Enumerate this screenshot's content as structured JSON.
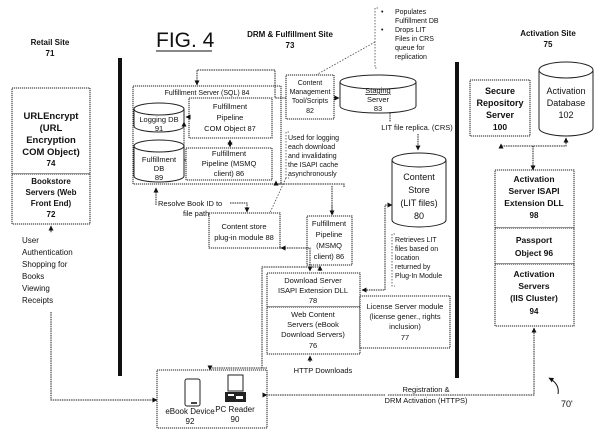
{
  "figure": {
    "title": "FIG. 4",
    "reference": "70'"
  },
  "sites": {
    "retail": {
      "name": "Retail Site",
      "num": "71"
    },
    "drm": {
      "name": "DRM & Fulfillment Site",
      "num": "73"
    },
    "activation": {
      "name": "Activation Site",
      "num": "75"
    }
  },
  "retail": {
    "urlencrypt": [
      "URLEncrypt",
      "(URL",
      "Encryption",
      "COM Object)",
      "74"
    ],
    "bookstore": [
      "Bookstore",
      "Servers (Web",
      "Front End)",
      "72"
    ],
    "user_note": [
      "User",
      "Authentication",
      "Shopping for",
      "Books",
      "Viewing",
      "Receipts"
    ]
  },
  "drm": {
    "fulfillment_server": "Fulfillment Server (SQL) 84",
    "logging_db": [
      "Logging DB",
      "91"
    ],
    "fulfillment_db": [
      "Fulfillment",
      "DB",
      "89"
    ],
    "pipeline_com": [
      "Fulfillment",
      "Pipeline",
      "COM Object   87"
    ],
    "pipeline_msmq_inner": [
      "Fulfillment",
      "Pipeline (MSMQ",
      "client)  86"
    ],
    "content_mgmt": [
      "Content",
      "Management",
      "Tool/Scripts",
      "82"
    ],
    "staging": [
      "Staging",
      "Server",
      "83"
    ],
    "populates_note": [
      "Populates",
      "Fulfillment DB",
      "Drops LIT",
      "Files in CRS",
      "queue for",
      "replication"
    ],
    "logging_note": [
      "Used for logging",
      "each download",
      "and invalidating",
      "the ISAPI cache",
      "asynchronously"
    ],
    "lit_replica": "LIT file replica. (CRS)",
    "content_store": [
      "Content",
      "Store",
      "(LIT files)",
      "80"
    ],
    "resolve_note": [
      "Resolve Book ID to",
      "file path"
    ],
    "plugin": [
      "Content store",
      "plug-in module 88"
    ],
    "pipeline_msmq": [
      "Fulfillment",
      "Pipeline",
      "(MSMQ",
      "client)   86"
    ],
    "retrieves_note": [
      "Retrieves LIT",
      "files based on",
      "location",
      "returned by",
      "Plug-In Module"
    ],
    "download_server": [
      "Download Server",
      "ISAPI Extension DLL",
      "78"
    ],
    "web_content": [
      "Web Content",
      "Servers (eBook",
      "Download Servers)",
      "76"
    ],
    "license": [
      "License Server module",
      "(license gener., rights",
      "inclusion)",
      "77"
    ],
    "http_downloads": "HTTP Downloads"
  },
  "clients": {
    "ebook": [
      "eBook Device",
      "92"
    ],
    "pc": [
      "PC Reader",
      "90"
    ]
  },
  "activation": {
    "secure_repo": [
      "Secure",
      "Repository",
      "Server",
      "100"
    ],
    "activation_db": [
      "Activation",
      "Database",
      "102"
    ],
    "isapi": [
      "Activation",
      "Server ISAPI",
      "Extension DLL",
      "98"
    ],
    "passport": [
      "Passport",
      "Object   96"
    ],
    "servers": [
      "Activation",
      "Servers",
      "(IIS Cluster)",
      "94"
    ],
    "registration": [
      "Registration &",
      "DRM Activation (HTTPS)"
    ]
  }
}
